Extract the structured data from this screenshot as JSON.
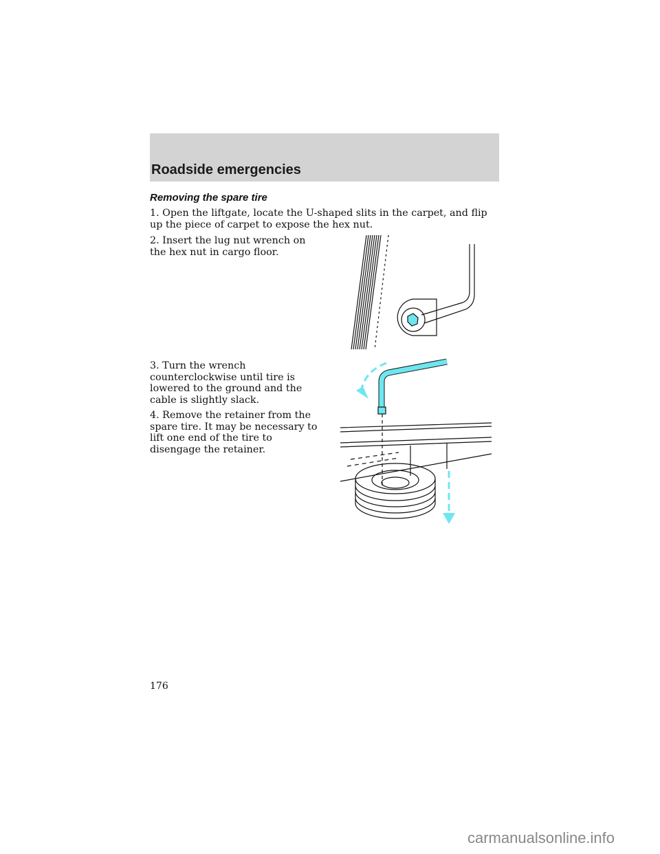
{
  "header": {
    "title": "Roadside emergencies"
  },
  "section": {
    "title": "Removing the spare tire"
  },
  "steps": [
    "1. Open the liftgate, locate the U-shaped slits in the carpet, and flip up the piece of carpet to expose the hex nut.",
    "2. Insert the lug nut wrench on the hex nut in cargo floor.",
    "3. Turn the wrench counterclockwise until tire is lowered to the ground and the cable is slightly slack.",
    "4. Remove the retainer from the spare tire. It may be necessary to lift one end of the tire to disengage the retainer."
  ],
  "page_number": "176",
  "watermark": "carmanualsonline.info",
  "colors": {
    "header_bg": "#d3d3d3",
    "highlight": "#6ee6f0"
  }
}
